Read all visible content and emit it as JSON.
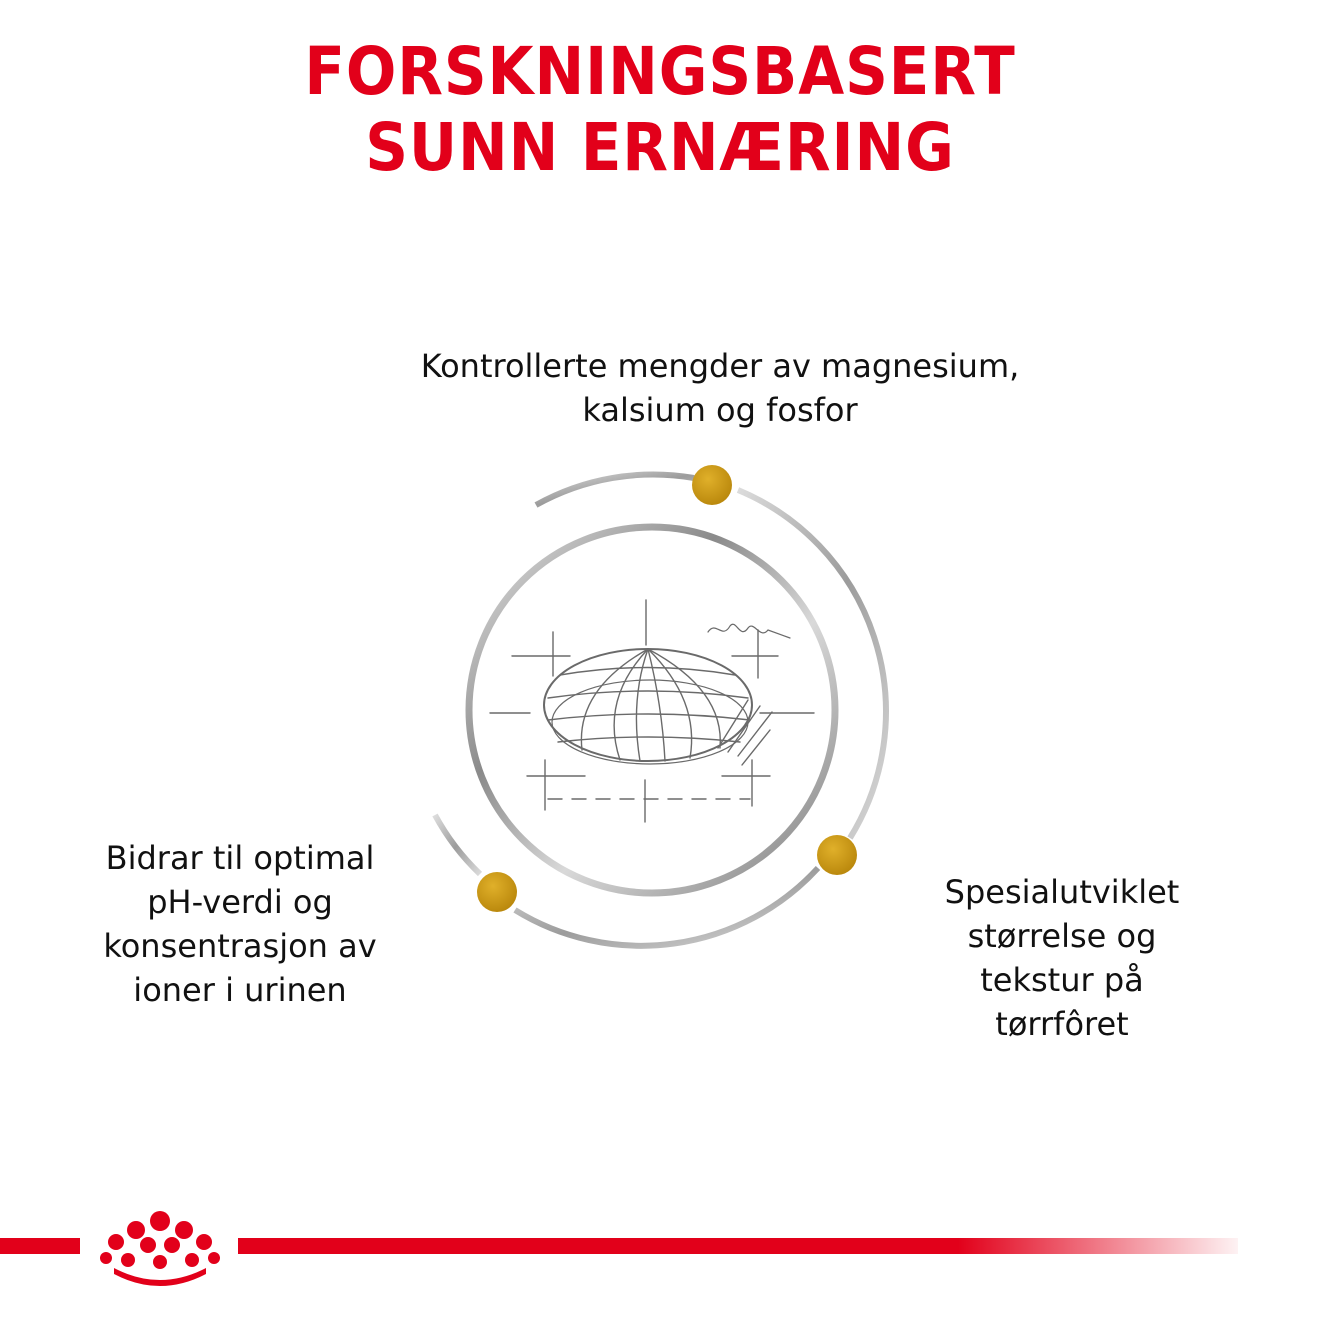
{
  "title": {
    "line1": "FORSKNINGSBASERT",
    "line2": "SUNN ERNÆRING"
  },
  "benefits": {
    "top": {
      "line1": "Kontrollerte mengder av magnesium,",
      "line2": "kalsium og fosfor"
    },
    "left": {
      "line1": "Bidrar til optimal",
      "line2": "pH-verdi og",
      "line3": "konsentrasjon av",
      "line4": "ioner i urinen"
    },
    "right": {
      "line1": "Spesialutviklet",
      "line2": "størrelse og",
      "line3": "tekstur på",
      "line4": "tørrfôret"
    }
  },
  "colors": {
    "brand_red": "#e2001a",
    "accent_gold": "#c9970f",
    "ring_gray": "#9a9a9a"
  },
  "icons": [
    "kibble-sketch-icon",
    "crown-logo-icon"
  ]
}
